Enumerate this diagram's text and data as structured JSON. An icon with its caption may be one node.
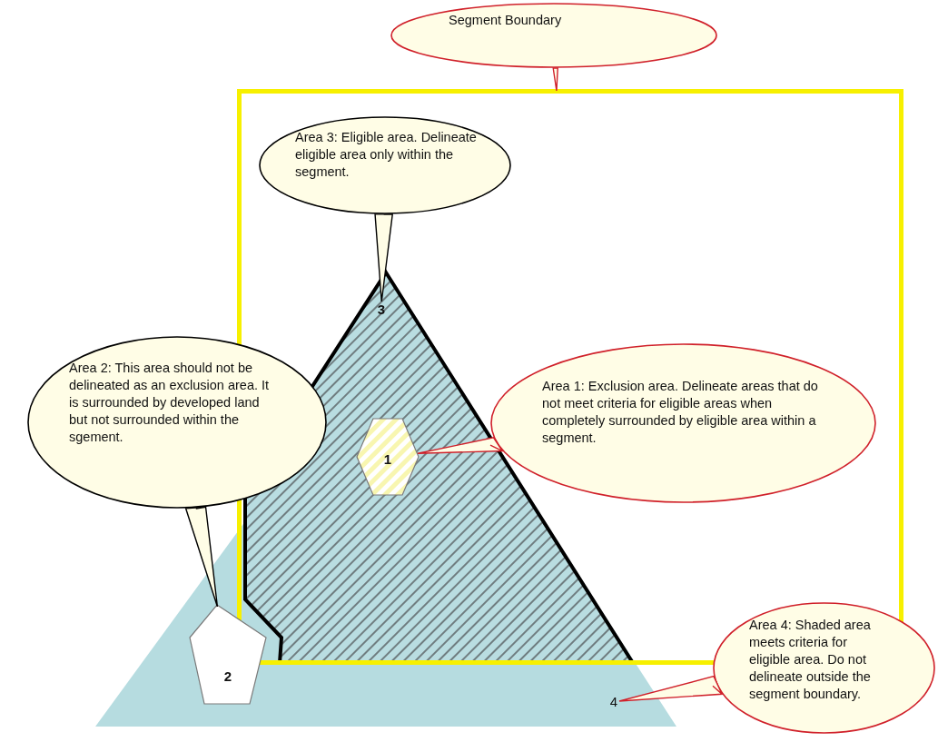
{
  "diagram": {
    "nodes": [
      {
        "text": [
          "Segment Boundary"
        ]
      },
      {
        "text": [],
        "shape": "box"
      },
      {
        "text": [
          "Area 3:  Eligible area. Delineate eligible area only within the segment."
        ],
        "in": 1
      },
      {
        "text": [
          "3"
        ],
        "in": 1
      },
      {
        "text": [
          "Area 1:  Exclusion area. Delineate areas that do not meet criteria for eligible areas when completely surrounded by eligible area within a segment."
        ],
        "in": 1
      },
      {
        "text": [
          "1"
        ],
        "in": 1
      },
      {
        "text": [
          "Area 2:  This area should not be delineated as an exclusion area.  It is surrounded by developed land but not surrounded within the sgement."
        ]
      },
      {
        "text": [
          "2"
        ]
      },
      {
        "text": [
          "Area 4:  Shaded area meets criteria for eligible area.  Do not delineate outside the segment boundary."
        ]
      },
      {
        "text": [
          "4"
        ]
      }
    ],
    "edges": [
      {
        "from": 0,
        "to": 1,
        "arrow": "none"
      },
      {
        "from": 2,
        "to": 3,
        "arrow": "none",
        "color": "#000000"
      },
      {
        "from": 4,
        "to": 5,
        "arrow": "none"
      },
      {
        "from": 6,
        "to": 7,
        "arrow": "none",
        "color": "#000000"
      },
      {
        "from": 8,
        "to": 9,
        "arrow": "none"
      }
    ]
  }
}
